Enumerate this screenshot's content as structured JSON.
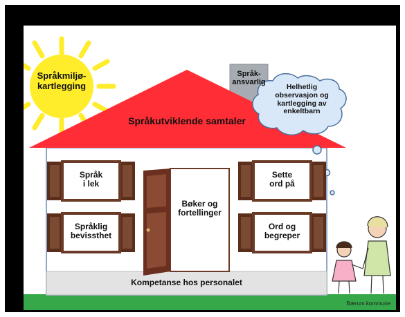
{
  "colors": {
    "sun": "#ffec2a",
    "roof": "#ff2d35",
    "chimney": "#a6acb2",
    "wall_border": "#8fa6c6",
    "foundation": "#e3e3e3",
    "grass": "#37a84a",
    "cloud": "#d9e8f8",
    "shutter": "#5b2e1c",
    "door": "#6b2f1f"
  },
  "sun_label": "Språkmiljø-\nkartlegging",
  "chimney_label": "Språk-\nansvarlig",
  "roof_label": "Språkutviklende samtaler",
  "cloud_label": "Helhetlig\nobservasjon og\nkartlegging av\nenkeltbarn",
  "windows": {
    "top_left": "Språk\ni lek",
    "bottom_left": "Språklig\nbevissthet",
    "top_right": "Sette\nord på",
    "bottom_right": "Ord og\nbegreper"
  },
  "door_label": "Bøker og\nfortellinger",
  "foundation_label": "Kompetanse hos personalet",
  "credit": "Bærum kommune",
  "icons": [
    "sun-icon",
    "cloud-icon",
    "door-icon",
    "window-icon",
    "children-icon"
  ]
}
